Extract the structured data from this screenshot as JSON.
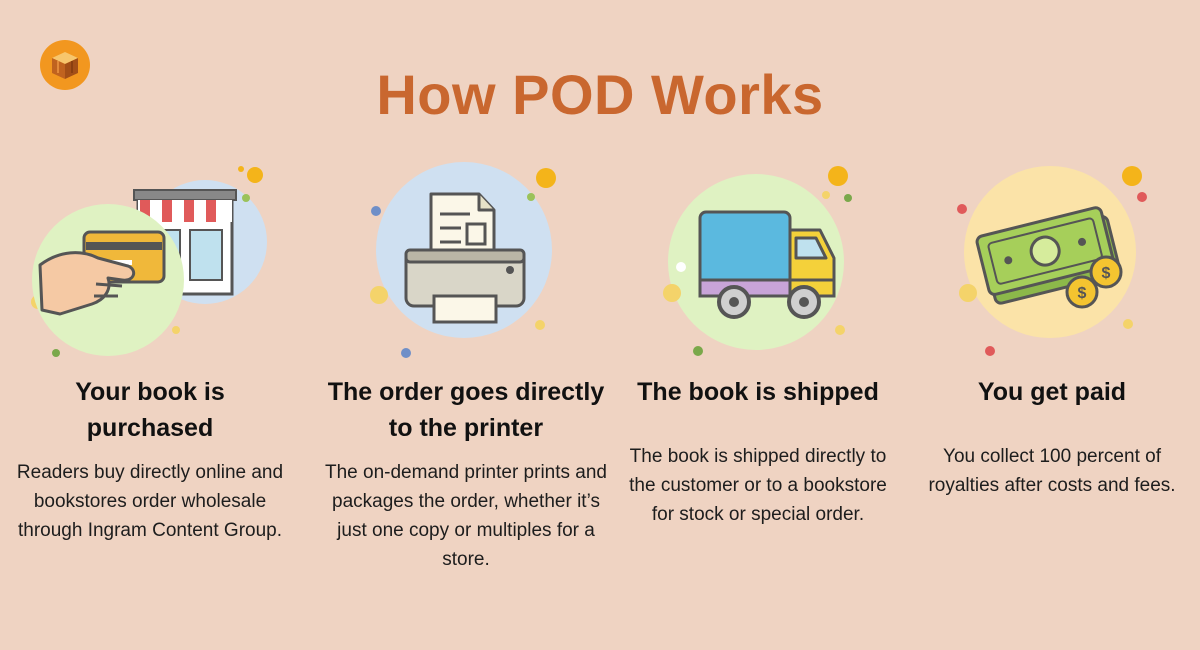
{
  "title": "How POD Works",
  "colors": {
    "background": "#efd3c2",
    "title": "#c9672f",
    "logo": "#f2971f"
  },
  "logo": {
    "icon": "book-box-icon"
  },
  "steps": [
    {
      "icon": "credit-card-store-icon",
      "heading": "Your book is purchased",
      "description": "Readers buy directly online and bookstores order wholesale through Ingram Content Group."
    },
    {
      "icon": "printer-icon",
      "heading": "The order goes directly to the printer",
      "description": "The on-demand printer prints and packages the order, whether it’s just one copy or multiples for a store."
    },
    {
      "icon": "delivery-truck-icon",
      "heading": "The book is shipped",
      "description": "The book is shipped directly to the customer or to a bookstore for stock or special order."
    },
    {
      "icon": "money-coins-icon",
      "heading": "You get paid",
      "description": "You collect 100 percent of royalties after costs and fees."
    }
  ]
}
